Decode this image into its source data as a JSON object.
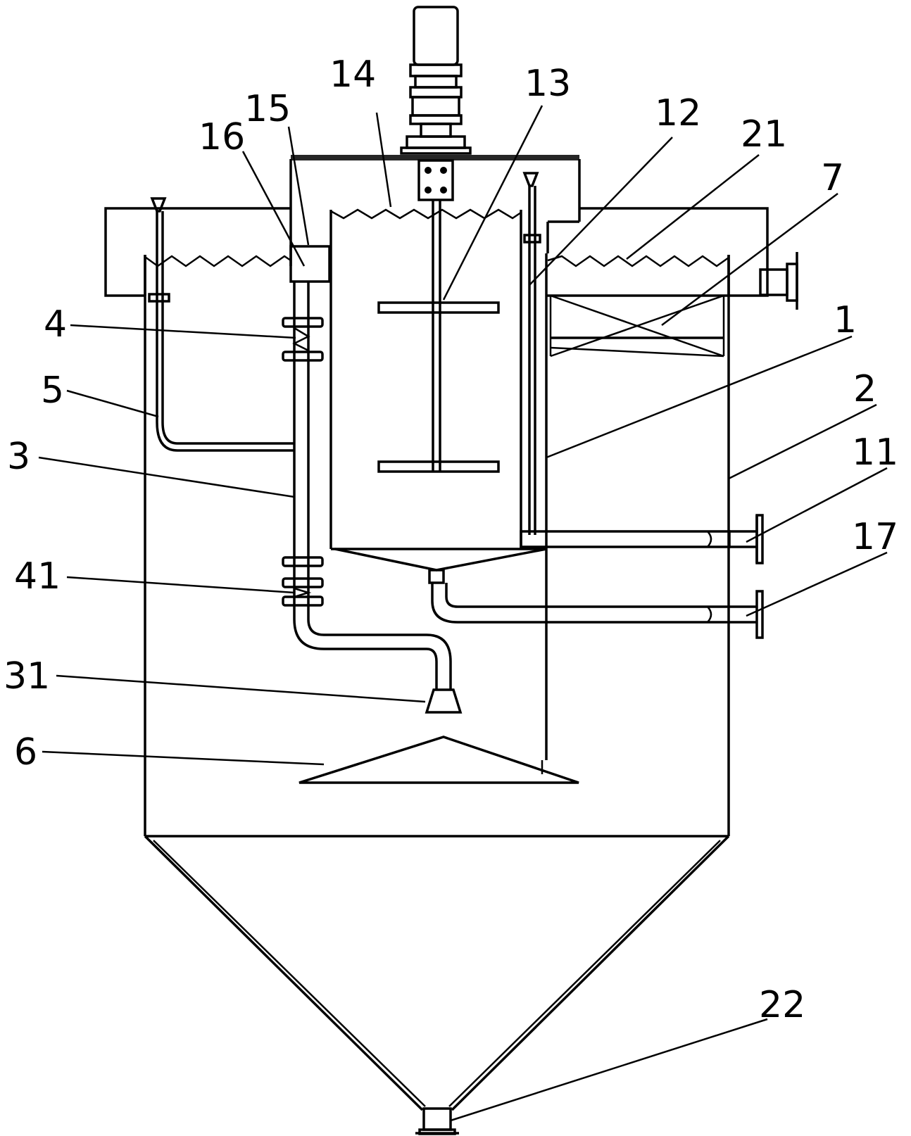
{
  "figure": {
    "labels": {
      "l1": "1",
      "l2": "2",
      "l3": "3",
      "l4": "4",
      "l5": "5",
      "l6": "6",
      "l7": "7",
      "l11": "11",
      "l12": "12",
      "l13": "13",
      "l14": "14",
      "l15": "15",
      "l16": "16",
      "l17": "17",
      "l21": "21",
      "l22": "22",
      "l31": "31",
      "l41": "41"
    }
  }
}
